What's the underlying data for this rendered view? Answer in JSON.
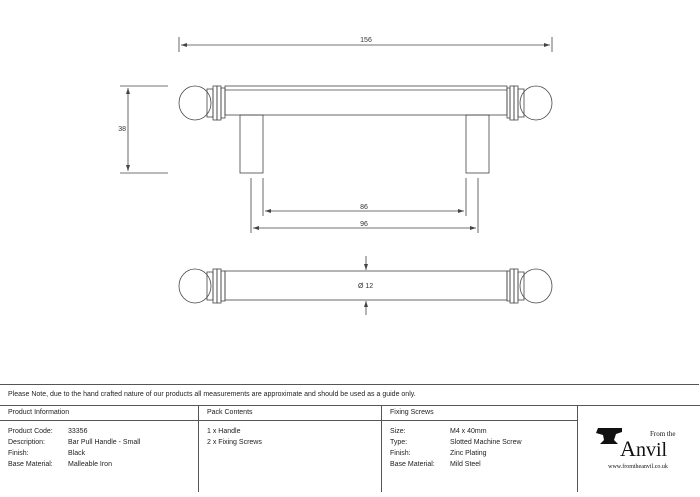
{
  "dimensions": {
    "overall_length": "156",
    "height": "38",
    "centres_inner": "86",
    "centres_outer": "96",
    "diameter": "Ø 12"
  },
  "note": "Please Note, due to the hand crafted nature of our products all measurements are approximate and should be used as a guide only.",
  "product_info": {
    "heading": "Product Information",
    "rows": [
      {
        "key": "Product Code:",
        "value": "33356"
      },
      {
        "key": "Description:",
        "value": "Bar Pull Handle - Small"
      },
      {
        "key": "Finish:",
        "value": "Black"
      },
      {
        "key": "Base Material:",
        "value": "Malleable Iron"
      }
    ]
  },
  "pack_contents": {
    "heading": "Pack Contents",
    "items": [
      "1 x Handle",
      "2 x Fixing Screws"
    ]
  },
  "fixing_screws": {
    "heading": "Fixing Screws",
    "rows": [
      {
        "key": "Size:",
        "value": "M4 x 40mm"
      },
      {
        "key": "Type:",
        "value": "Slotted Machine Screw"
      },
      {
        "key": "Finish:",
        "value": "Zinc Plating"
      },
      {
        "key": "Base Material:",
        "value": "Mild Steel"
      }
    ]
  },
  "logo": {
    "from_the": "From the",
    "brand": "nvil",
    "brand_initial": "A",
    "url": "www.fromtheanvil.co.uk"
  }
}
